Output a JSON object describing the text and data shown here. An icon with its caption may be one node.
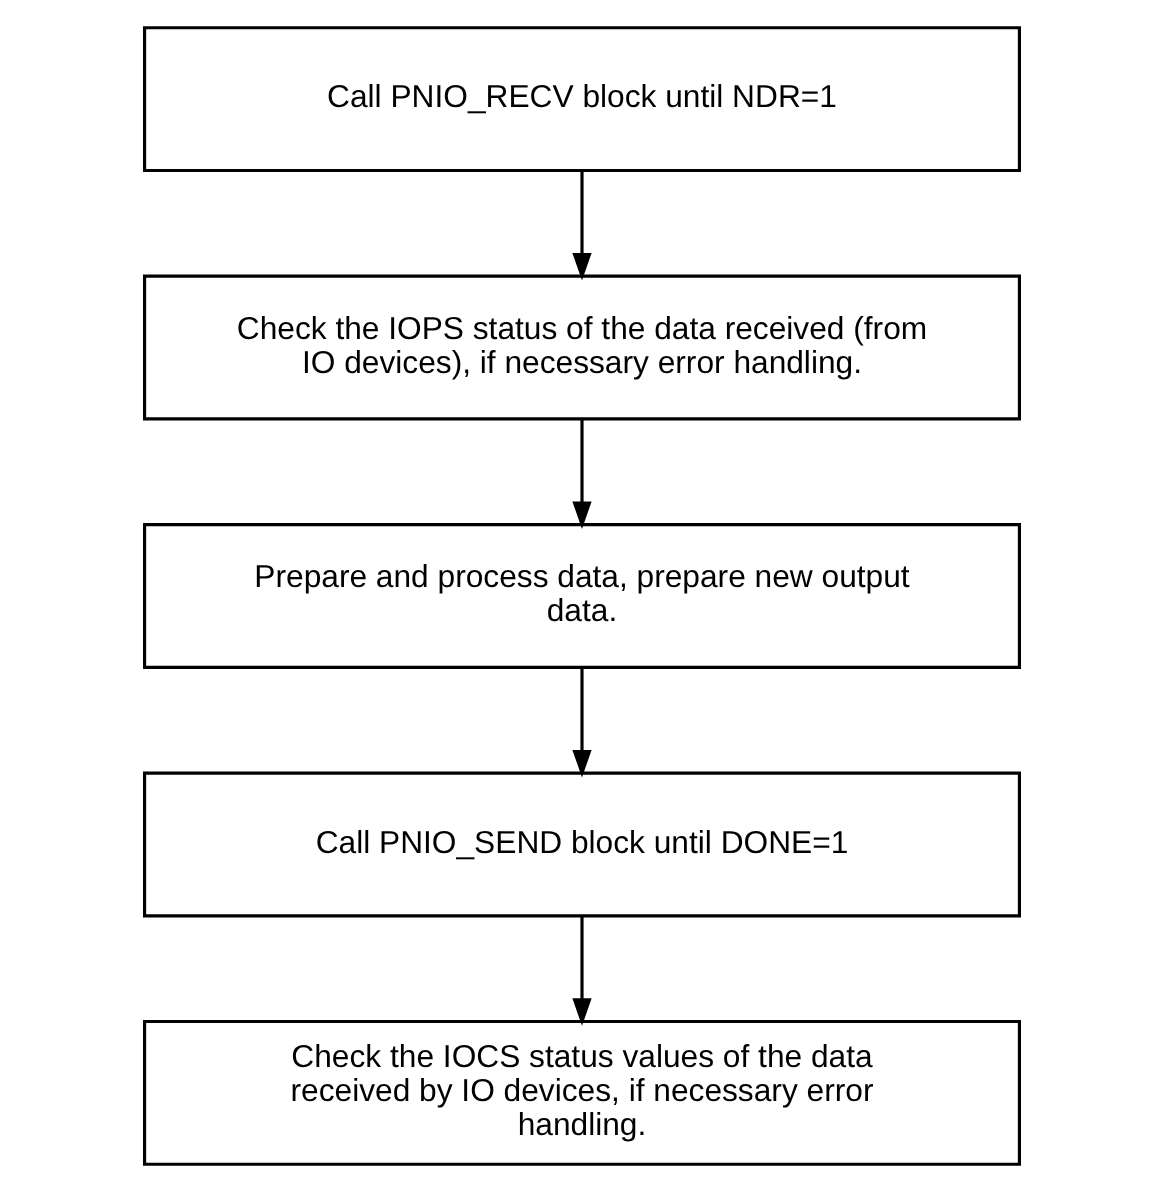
{
  "diagram": {
    "nodes": [
      {
        "text": [
          "Call PNIO_RECV block until NDR=1"
        ]
      },
      {
        "text": [
          "Check the IOPS status of the data received (from IO devices), if necessary error handling."
        ]
      },
      {
        "text": [
          "Prepare and process data, prepare new output data."
        ]
      },
      {
        "text": [
          "Call PNIO_SEND block until DONE=1"
        ]
      },
      {
        "text": [
          "Check the IOCS status values of the data received by IO devices, if necessary error handling."
        ]
      }
    ],
    "edges": [
      {
        "from": 0,
        "to": 1,
        "arrow": "to"
      },
      {
        "from": 1,
        "to": 2,
        "arrow": "to"
      },
      {
        "from": 2,
        "to": 3,
        "arrow": "to"
      },
      {
        "from": 3,
        "to": 4,
        "arrow": "to"
      }
    ]
  }
}
